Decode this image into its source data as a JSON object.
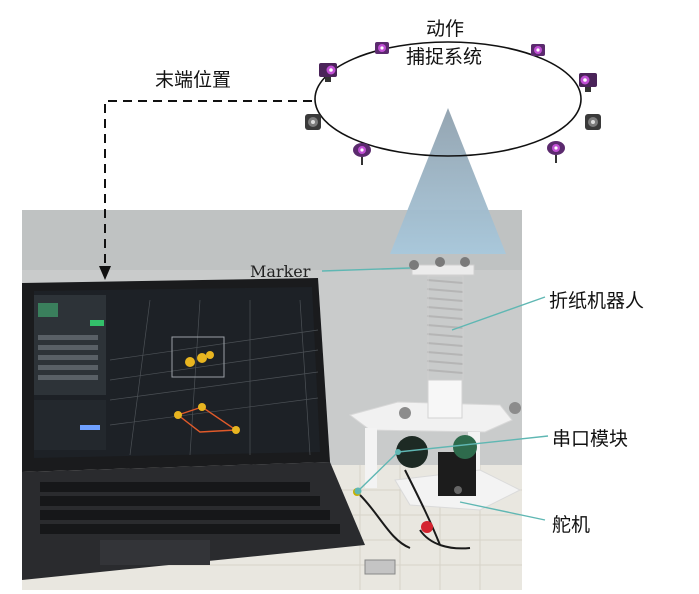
{
  "labels": {
    "end_position": "末端位置",
    "mocap_line1": "动作",
    "mocap_line2": "捕捉系统",
    "marker": "Marker",
    "origami_robot": "折纸机器人",
    "serial_module": "串口模块",
    "servo": "舵机"
  },
  "colors": {
    "callout_line": "#5fb7b3",
    "camera_body": "#5b2a6e",
    "camera_lens": "#c04fd4",
    "cone_top": "#8fa0ad",
    "cone_bottom": "#a8c8dc",
    "photo_wall": "#cdcfcf",
    "screen_bg": "#1d2126"
  }
}
